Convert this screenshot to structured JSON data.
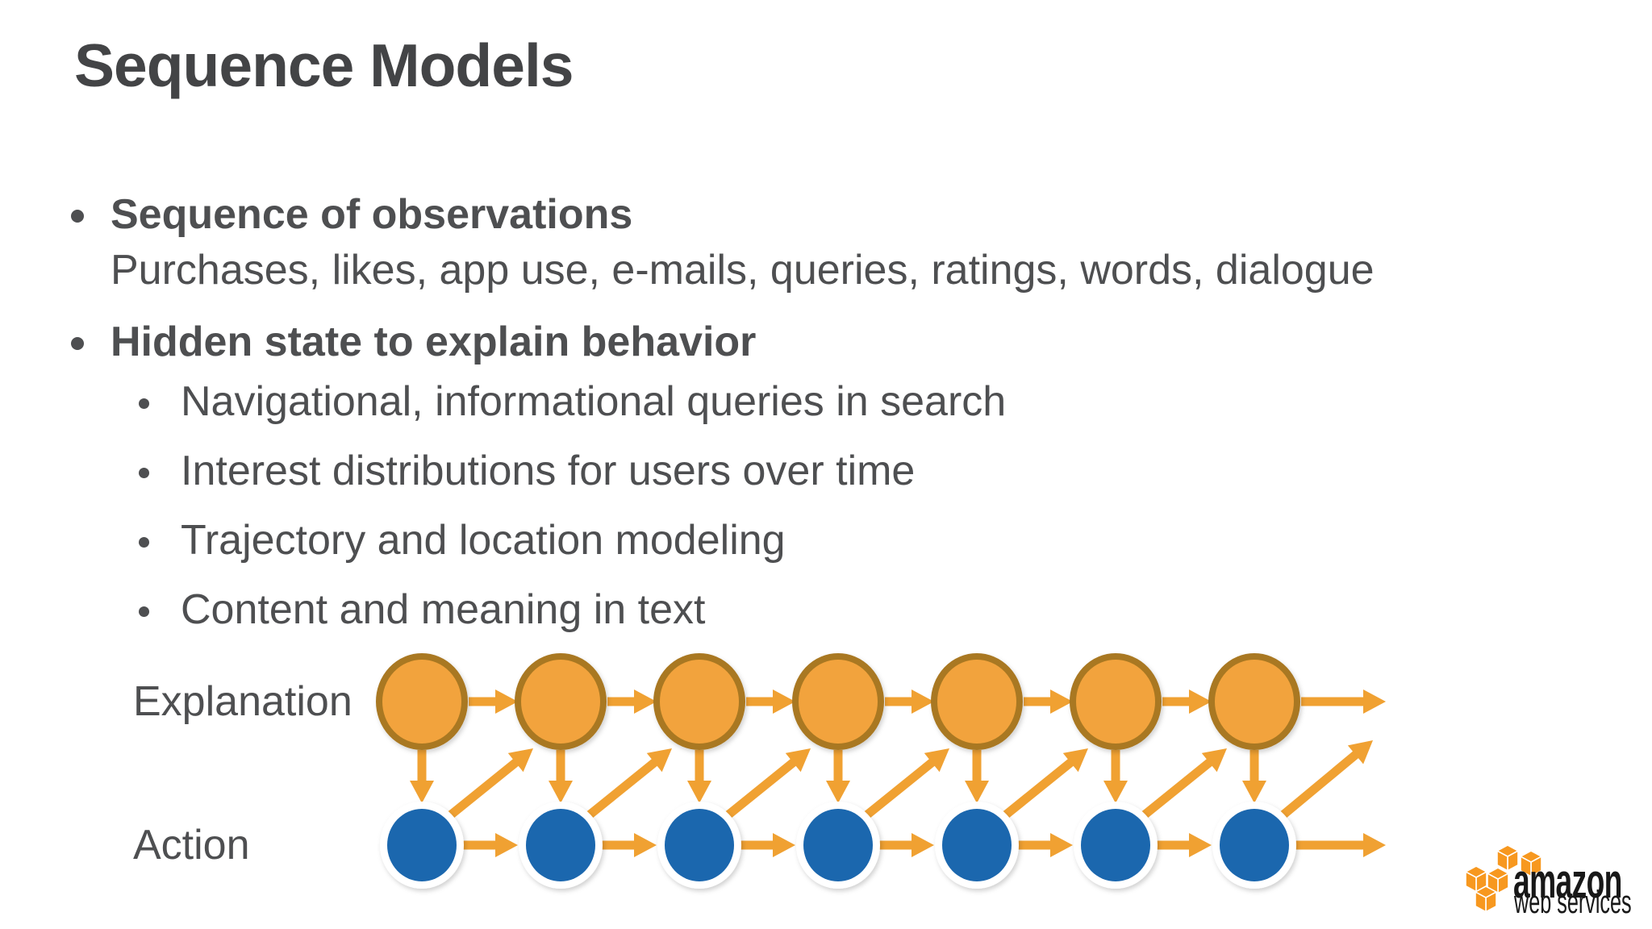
{
  "slide": {
    "title": "Sequence Models",
    "bullets": [
      {
        "level": 1,
        "bold": true,
        "marker": true,
        "text": "Sequence of observations"
      },
      {
        "level": 1,
        "bold": false,
        "marker": false,
        "text": "Purchases, likes, app use, e-mails, queries, ratings, words, dialogue"
      },
      {
        "level": 1,
        "bold": true,
        "marker": true,
        "text": "Hidden state to explain behavior"
      },
      {
        "level": 2,
        "bold": false,
        "marker": true,
        "text": "Navigational, informational queries in search"
      },
      {
        "level": 2,
        "bold": false,
        "marker": true,
        "text": "Interest distributions for users over time"
      },
      {
        "level": 2,
        "bold": false,
        "marker": true,
        "text": "Trajectory and location modeling"
      },
      {
        "level": 2,
        "bold": false,
        "marker": true,
        "text": "Content and meaning in text"
      }
    ],
    "text_color": "#4e4f51"
  },
  "diagram": {
    "label_top": "Explanation",
    "label_bottom": "Action",
    "columns": 7,
    "rows": [
      "hidden-state (top, orange)",
      "observation (bottom, blue)"
    ],
    "edge_types": [
      "top-to-next-top",
      "top-to-bottom",
      "bottom-to-next-bottom",
      "bottom-to-next-top"
    ],
    "colors": {
      "top_node_fill": "#F2A33C",
      "top_node_stroke": "#A97823",
      "bottom_node_fill": "#1B67AE",
      "bottom_node_ring": "#FFFFFF",
      "arrow": "#F0A132"
    }
  },
  "logo": {
    "brand": "amazon",
    "sub": "web services",
    "box_color": "#F7981F",
    "text_color": "#181818"
  }
}
